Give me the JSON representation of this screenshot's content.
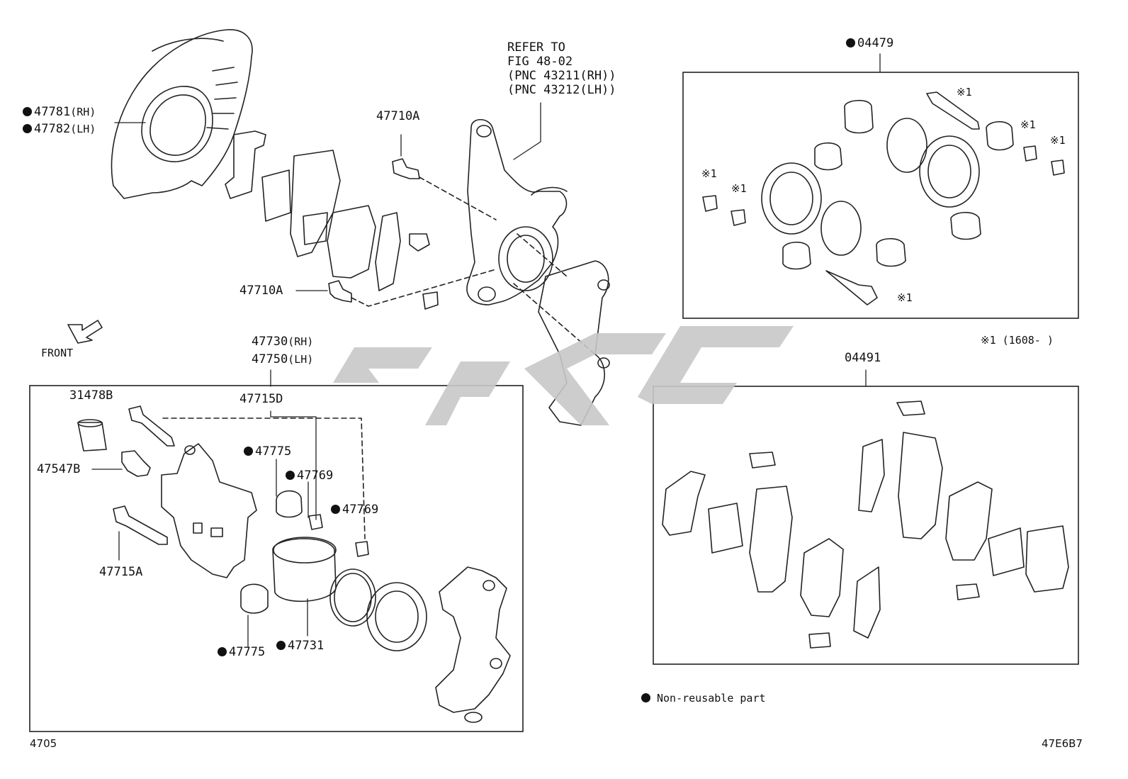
{
  "refer": {
    "line1": "REFER TO",
    "line2": "FIG 48-02",
    "line3": "(PNC 43211(RH))",
    "line4": "(PNC 43212(LH))"
  },
  "labels": {
    "p47781": "47781",
    "p47781_suffix": "(RH)",
    "p47782": "47782",
    "p47782_suffix": "(LH)",
    "p47710A_top": "47710A",
    "p47710A_mid": "47710A",
    "front": "FRONT",
    "p47730": "47730",
    "p47730_suffix": "(RH)",
    "p47750": "47750",
    "p47750_suffix": "(LH)",
    "p47715D": "47715D",
    "p31478B": "31478B",
    "p47547B": "47547B",
    "p47715A": "47715A",
    "p47775_top": "47775",
    "p47769_top": "47769",
    "p47769_right": "47769",
    "p47775_bottom": "47775",
    "p47731": "47731",
    "kit_04479": "04479",
    "kit_04491": "04491",
    "mark1": "※1",
    "serial_note": "※1 (1608-     )",
    "legend": "Non-reusable part",
    "fig_no": "4705",
    "illus_code": "47E6B7"
  },
  "colors": {
    "line": "#222222",
    "watermark": "#c8c8c8"
  }
}
